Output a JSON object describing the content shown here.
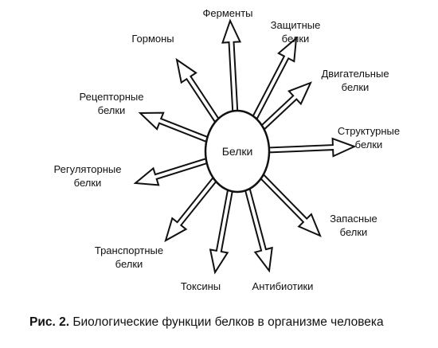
{
  "center": "Белки",
  "functions": [
    {
      "id": "fermenty",
      "lines": [
        "Ферменты"
      ]
    },
    {
      "id": "zashchitnye",
      "lines": [
        "Защитные",
        "белки"
      ]
    },
    {
      "id": "dvigatelnye",
      "lines": [
        "Двигательные",
        "белки"
      ]
    },
    {
      "id": "strukturnye",
      "lines": [
        "Структурные",
        "белки"
      ]
    },
    {
      "id": "zapasnye",
      "lines": [
        "Запасные",
        "белки"
      ]
    },
    {
      "id": "antibiotiki",
      "lines": [
        "Антибиотики"
      ]
    },
    {
      "id": "toksiny",
      "lines": [
        "Токсины"
      ]
    },
    {
      "id": "transportnye",
      "lines": [
        "Транспортные",
        "белки"
      ]
    },
    {
      "id": "regulyatornye",
      "lines": [
        "Регуляторные",
        "белки"
      ]
    },
    {
      "id": "retseptornye",
      "lines": [
        "Рецепторные",
        "белки"
      ]
    },
    {
      "id": "gormony",
      "lines": [
        "Гормоны"
      ]
    }
  ],
  "caption": {
    "number": "Рис. 2.",
    "text": "Биологические функции белков в организме человека"
  }
}
